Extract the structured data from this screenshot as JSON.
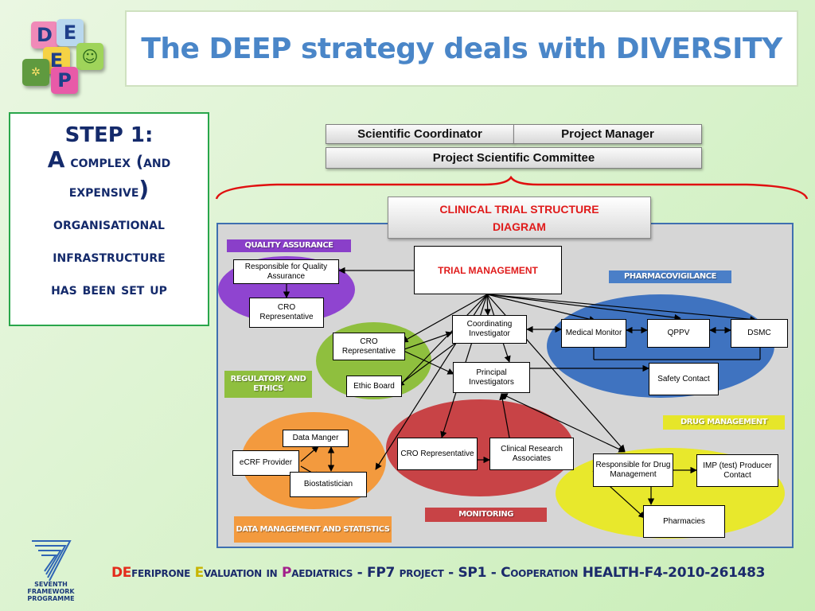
{
  "logo": {
    "letters": [
      "D",
      "E",
      "E",
      "P"
    ]
  },
  "title": "The DEEP strategy deals with DIVERSITY",
  "step": {
    "heading": "STEP 1:",
    "line1_big": "A",
    "line1": " complex (",
    "line1b": "and",
    "line2": "expensive",
    "line2_paren": ")",
    "line3": "organisational",
    "line4": "infrastructure",
    "line5": "has been set up"
  },
  "top_roles": {
    "scientific_coordinator": "Scientific Coordinator",
    "project_manager": "Project Manager",
    "committee": "Project Scientific Committee"
  },
  "diagram": {
    "title_line1": "CLINICAL TRIAL STRUCTURE",
    "title_line2": "DIAGRAM",
    "groups": {
      "quality": "QUALITY ASSURANCE",
      "pharmacovigilance": "PHARMACOVIGILANCE",
      "regulatory": "REGULATORY AND ETHICS",
      "drug": "DRUG MANAGEMENT",
      "monitoring": "MONITORING",
      "data": "DATA MANAGEMENT AND STATISTICS"
    },
    "nodes": {
      "trial_management": "TRIAL MANAGEMENT",
      "resp_quality": "Responsible for Quality Assurance",
      "cro_qa": "CRO Representative",
      "cro_reg": "CRO Representative",
      "ethic_board": "Ethic Board",
      "coord_inv": "Coordinating Investigator",
      "principal_inv": "Principal Investigators",
      "medical_monitor": "Medical Monitor",
      "qppv": "QPPV",
      "dsmc": "DSMC",
      "safety_contact": "Safety Contact",
      "data_manager": "Data Manger",
      "ecrf": "eCRF Provider",
      "biostat": "Biostatistician",
      "cro_mon": "CRO Representative",
      "cra": "Clinical Research Associates",
      "resp_drug": "Responsible for Drug Management",
      "imp": "IMP (test) Producer Contact",
      "pharmacies": "Pharmacies"
    }
  },
  "colors": {
    "title": "#4a86c8",
    "quality": "#8a3fc9",
    "regulatory": "#8fbf3e",
    "pharmacovigilance": "#3f73c0",
    "drug": "#e6e62a",
    "monitoring": "#c84346",
    "data": "#f39a3e"
  },
  "footer": {
    "de": "DE",
    "eferiprone": "feriprone",
    "e": "E",
    "valuation": "valuation in",
    "p": "P",
    "aediatrics": "aediatrics",
    "rest1": " - FP7 ",
    "project": "project",
    "rest2": " - SP1 - ",
    "cooperation": "Cooperation",
    "rest3": " HEALTH-F4-2010-261483"
  },
  "fp7": {
    "line1": "SEVENTH FRAMEWORK",
    "line2": "PROGRAMME"
  }
}
